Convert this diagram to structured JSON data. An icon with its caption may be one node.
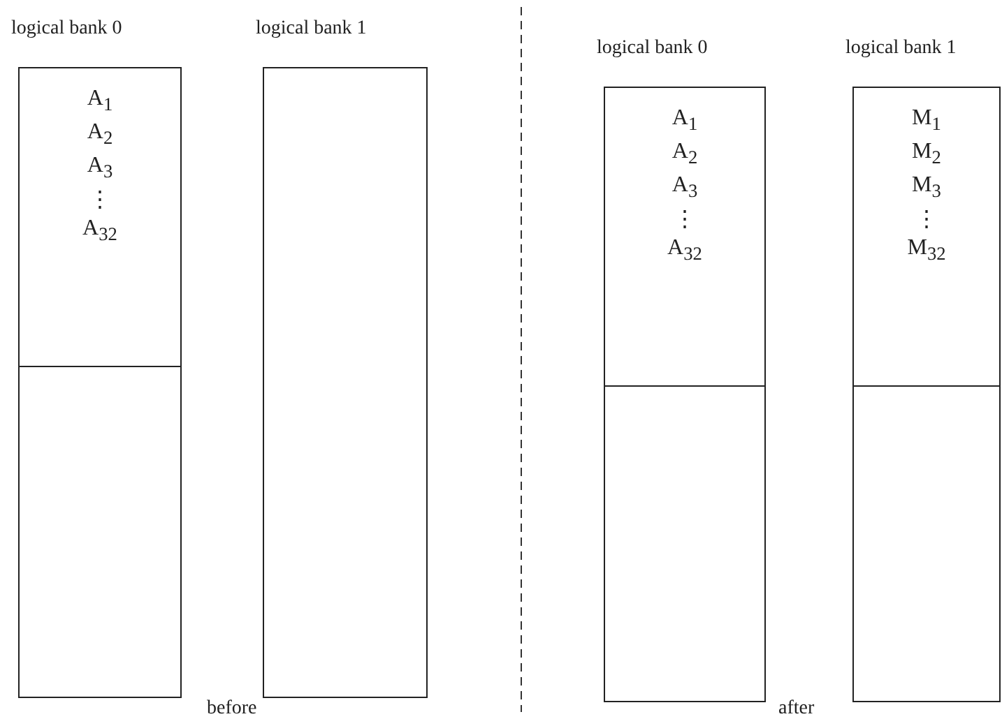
{
  "diagram": {
    "nodes": [
      {
        "text": [
          "logical bank 0"
        ]
      },
      {
        "text": [
          "A$_{1}$",
          "A$_{2}$",
          "A$_{3}$",
          "⋮",
          "A$_{32}$"
        ],
        "in": 0
      },
      {
        "text": [],
        "shape": "box",
        "in": 0
      },
      {
        "text": [
          "logical bank 1"
        ]
      },
      {
        "text": [
          "logical bank 0"
        ]
      },
      {
        "text": [
          "A$_{1}$",
          "A$_{2}$",
          "A$_{3}$",
          "⋮",
          "A$_{32}$"
        ],
        "in": 4
      },
      {
        "text": [],
        "shape": "box",
        "in": 4
      },
      {
        "text": [
          "logical bank 1"
        ]
      },
      {
        "text": [
          "M$_{1}$",
          "M$_{2}$",
          "M$_{3}$",
          "⋮",
          "M$_{32}$"
        ],
        "in": 7
      },
      {
        "text": [],
        "shape": "box",
        "in": 7
      }
    ],
    "edges": [],
    "labels": [
      "before",
      "after"
    ]
  }
}
